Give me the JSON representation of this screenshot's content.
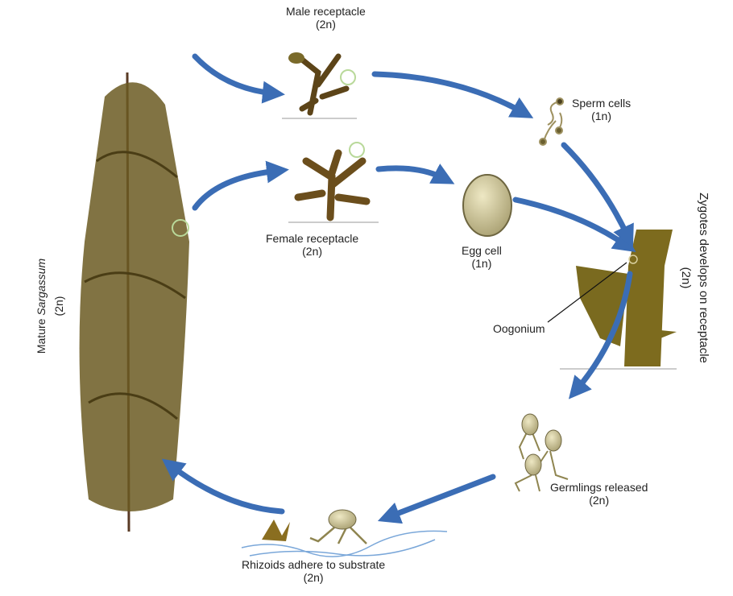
{
  "labels": {
    "male_receptacle": "Male receptacle",
    "male_ploidy": "(2n)",
    "female_receptacle": "Female receptacle",
    "female_ploidy": "(2n)",
    "egg_cell": "Egg cell",
    "egg_ploidy": "(1n)",
    "sperm_cells": "Sperm cells",
    "sperm_ploidy": "(1n)",
    "zygotes": "Zygotes develops on receptacle",
    "zygotes_ploidy": "(2n)",
    "oogonium": "Oogonium",
    "germlings": "Germlings released",
    "germlings_ploidy": "(2n)",
    "rhizoids": "Rhizoids adhere to substrate",
    "rhizoids_ploidy": "(2n)",
    "mature_prefix": "Mature ",
    "mature_italic": "Sargassum",
    "mature_ploidy": "(2n)"
  },
  "colors": {
    "arrow": "#3b6db5",
    "alga": "#6b5a22",
    "cell": "#d8cf9e"
  }
}
